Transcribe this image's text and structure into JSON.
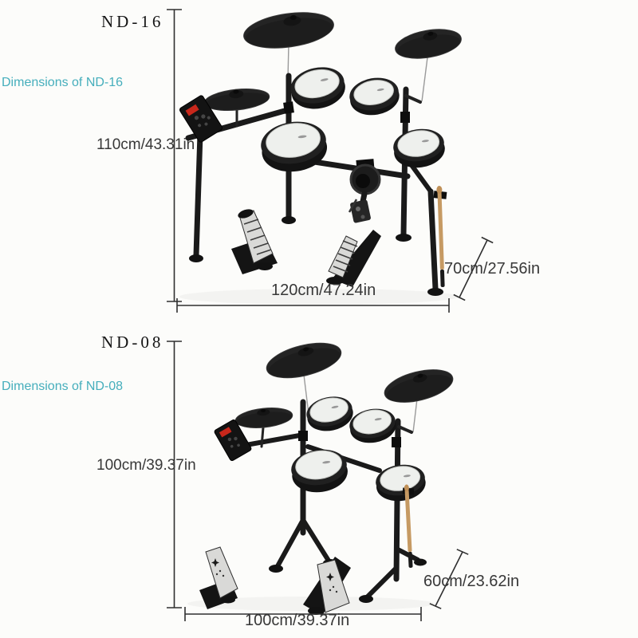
{
  "page": {
    "background_color": "#fcfcfa",
    "accent_color": "#45aebc",
    "dimension_line_color": "#2f2f2f",
    "text_color": "#383838"
  },
  "sections": [
    {
      "id": "nd16",
      "title": "ND-16",
      "subtitle": "Dimensions of ND-16",
      "height_label": "110cm/43.31in",
      "width_label": "120cm/47.24in",
      "depth_label": "70cm/27.56in"
    },
    {
      "id": "nd08",
      "title": "ND-08",
      "subtitle": "Dimensions of ND-08",
      "height_label": "100cm/39.37in",
      "width_label": "100cm/39.37in",
      "depth_label": "60cm/23.62in"
    }
  ]
}
